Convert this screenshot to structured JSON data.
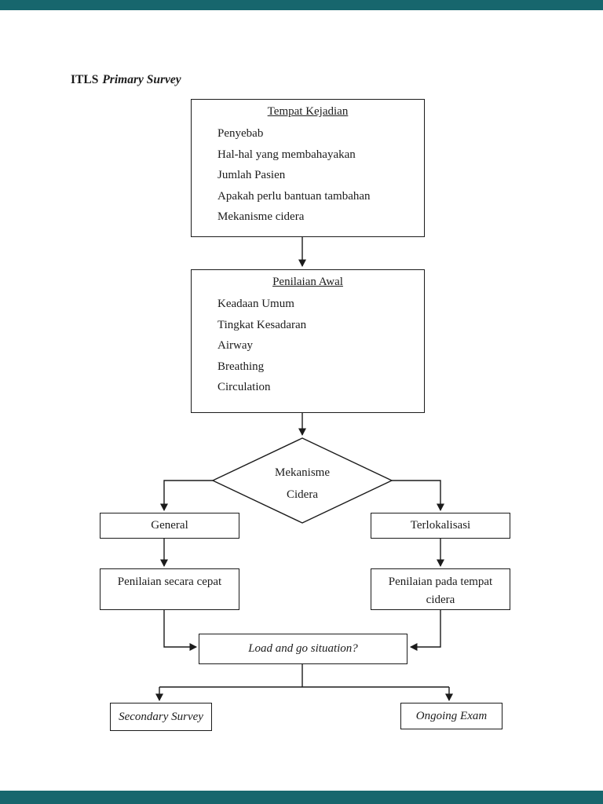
{
  "page": {
    "accent_bar_color": "#17666d",
    "title": {
      "prefix": "ITLS",
      "emphasis": "Primary Survey"
    }
  },
  "flowchart": {
    "scene_box": {
      "title": "Tempat Kejadian",
      "items": [
        "Penyebab",
        "Hal-hal yang membahayakan",
        "Jumlah Pasien",
        "Apakah perlu bantuan tambahan",
        "Mekanisme cidera"
      ]
    },
    "initial_assessment_box": {
      "title": "Penilaian Awal",
      "items": [
        "Keadaan Umum",
        "Tingkat Kesadaran",
        "Airway",
        "Breathing",
        "Circulation"
      ]
    },
    "decision": {
      "line1": "Mekanisme",
      "line2": "Cidera"
    },
    "general_box": {
      "label": "General"
    },
    "localized_box": {
      "label": "Terlokalisasi"
    },
    "rapid_assessment_box": {
      "label": "Penilaian secara cepat"
    },
    "site_assessment_box": {
      "line1": "Penilaian pada tempat",
      "line2": "cidera"
    },
    "load_and_go_box": {
      "label": "Load and go situation?"
    },
    "secondary_survey_box": {
      "label": "Secondary Survey"
    },
    "ongoing_exam_box": {
      "label": "Ongoing Exam"
    }
  }
}
